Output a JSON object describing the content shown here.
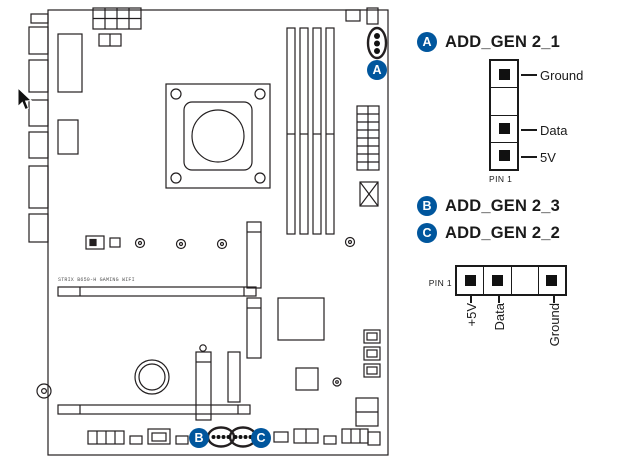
{
  "colors": {
    "accent_blue": "#00569d",
    "line_black": "#231f20"
  },
  "callouts": [
    {
      "letter": "A",
      "label": "ADD_GEN 2_1"
    },
    {
      "letter": "B",
      "label": "ADD_GEN 2_3"
    },
    {
      "letter": "C",
      "label": "ADD_GEN 2_2"
    }
  ],
  "board": {
    "silkscreen": "STRIX B650-H GAMING WIFI"
  },
  "vertical_header": {
    "pin1": "PIN 1",
    "pins": [
      {
        "label": "Ground",
        "has_pin": true
      },
      {
        "label": "",
        "has_pin": false
      },
      {
        "label": "Data",
        "has_pin": true
      },
      {
        "label": "5V",
        "has_pin": true
      }
    ]
  },
  "horizontal_header": {
    "pin1": "PIN 1",
    "pins": [
      {
        "label": "+5V",
        "has_pin": true
      },
      {
        "label": "Data",
        "has_pin": true
      },
      {
        "label": "",
        "has_pin": false
      },
      {
        "label": "Ground",
        "has_pin": true
      }
    ]
  }
}
